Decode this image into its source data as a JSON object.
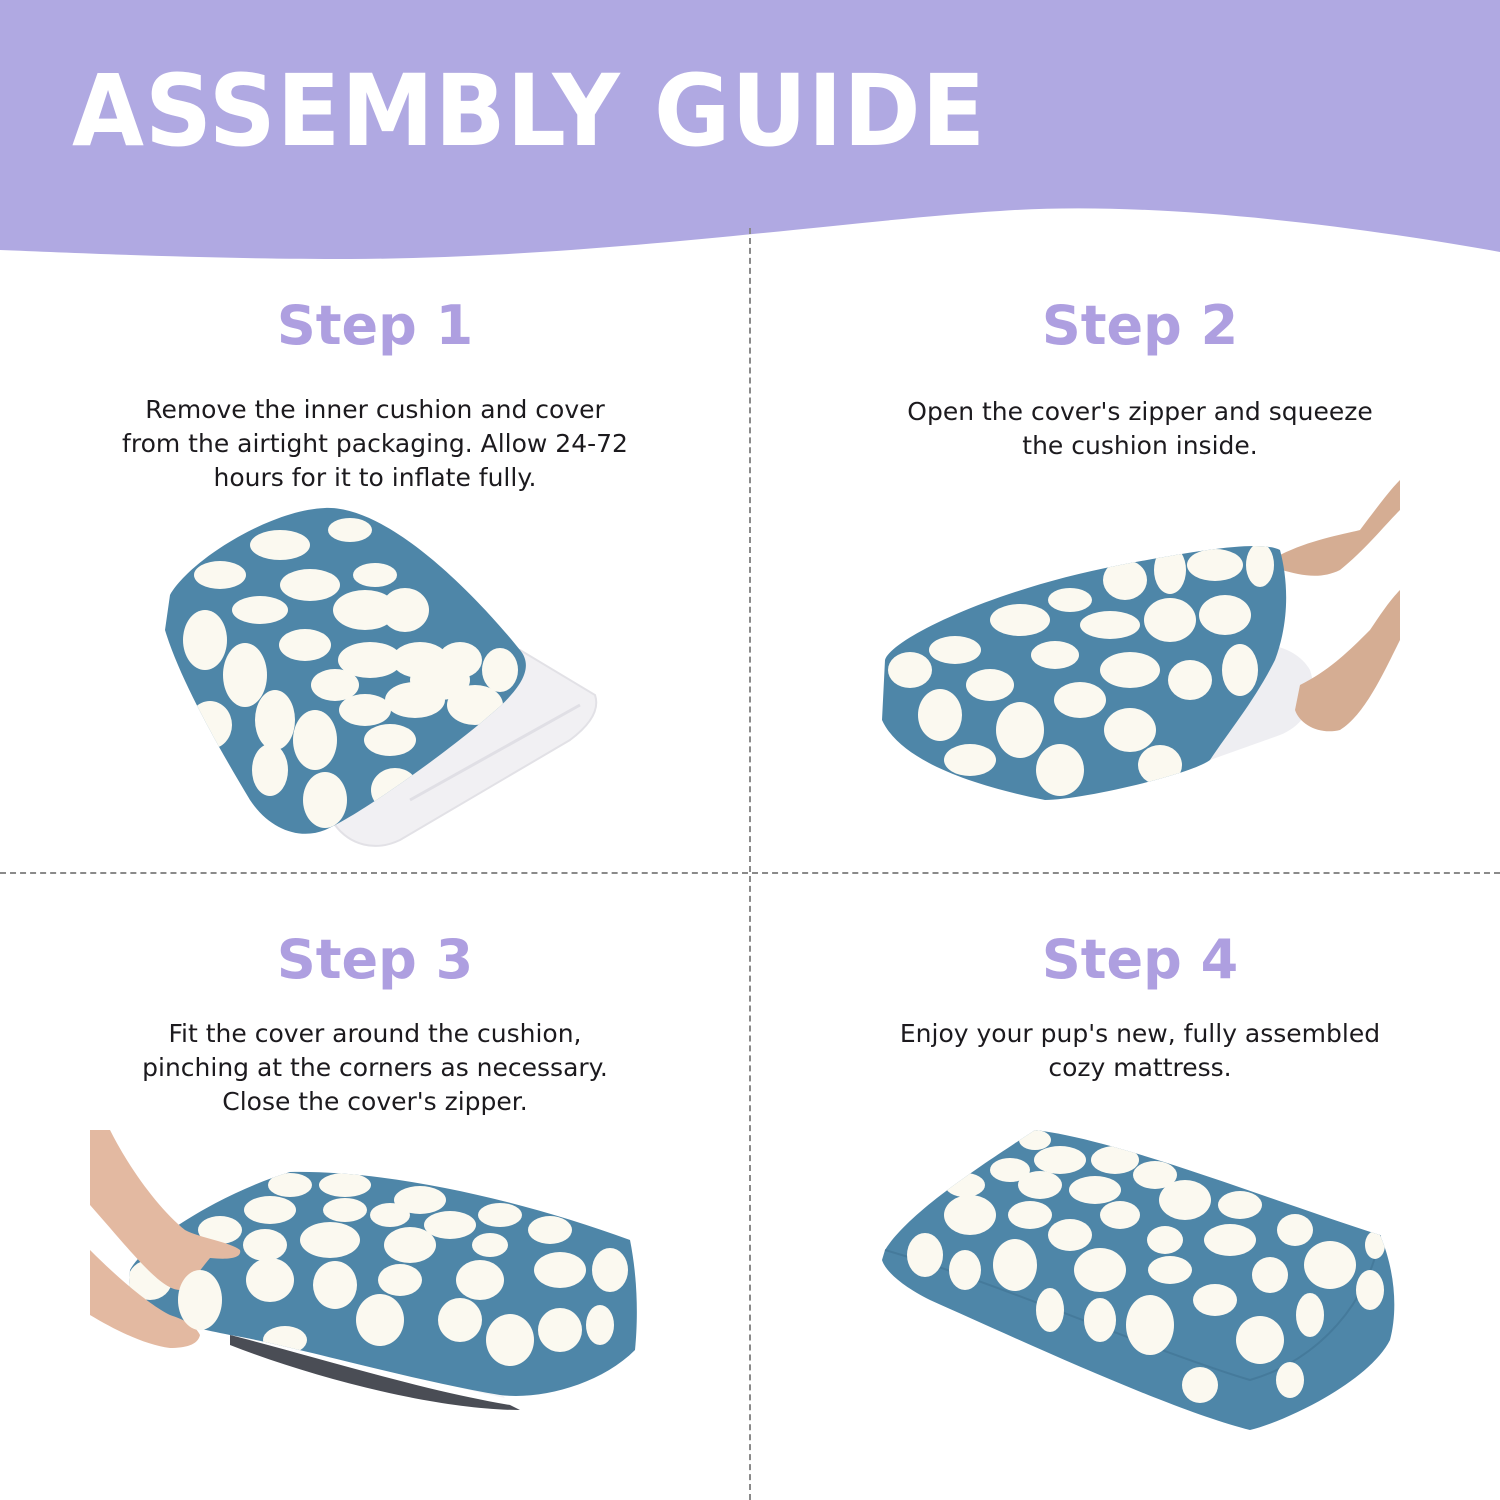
{
  "header": {
    "title": "ASSEMBLY GUIDE",
    "banner_color": "#b0a9e2"
  },
  "colors": {
    "heading": "#ae9fe0",
    "body_text": "#1c1a1e",
    "fabric_blue": "#4e86a8",
    "cloud_white": "#fbf9f0",
    "divider": "#8a8a8a"
  },
  "steps": [
    {
      "heading": "Step 1",
      "description": "Remove the inner cushion and cover\nfrom the airtight packaging. Allow 24-72\nhours for it to inflate fully.",
      "image": "cloud-cover-folded-on-white-inner-cushion"
    },
    {
      "heading": "Step 2",
      "description": "Open the cover's zipper and squeeze\nthe cushion inside.",
      "image": "hands-lifting-cover-over-inner-cushion"
    },
    {
      "heading": "Step 3",
      "description": "Fit the cover around the cushion,\npinching at the corners as necessary.\nClose the cover's zipper.",
      "image": "hands-pinching-cover-corner-on-cushion"
    },
    {
      "heading": "Step 4",
      "description": "Enjoy your pup's new, fully assembled\ncozy mattress.",
      "image": "fully-assembled-cloud-mattress"
    }
  ]
}
